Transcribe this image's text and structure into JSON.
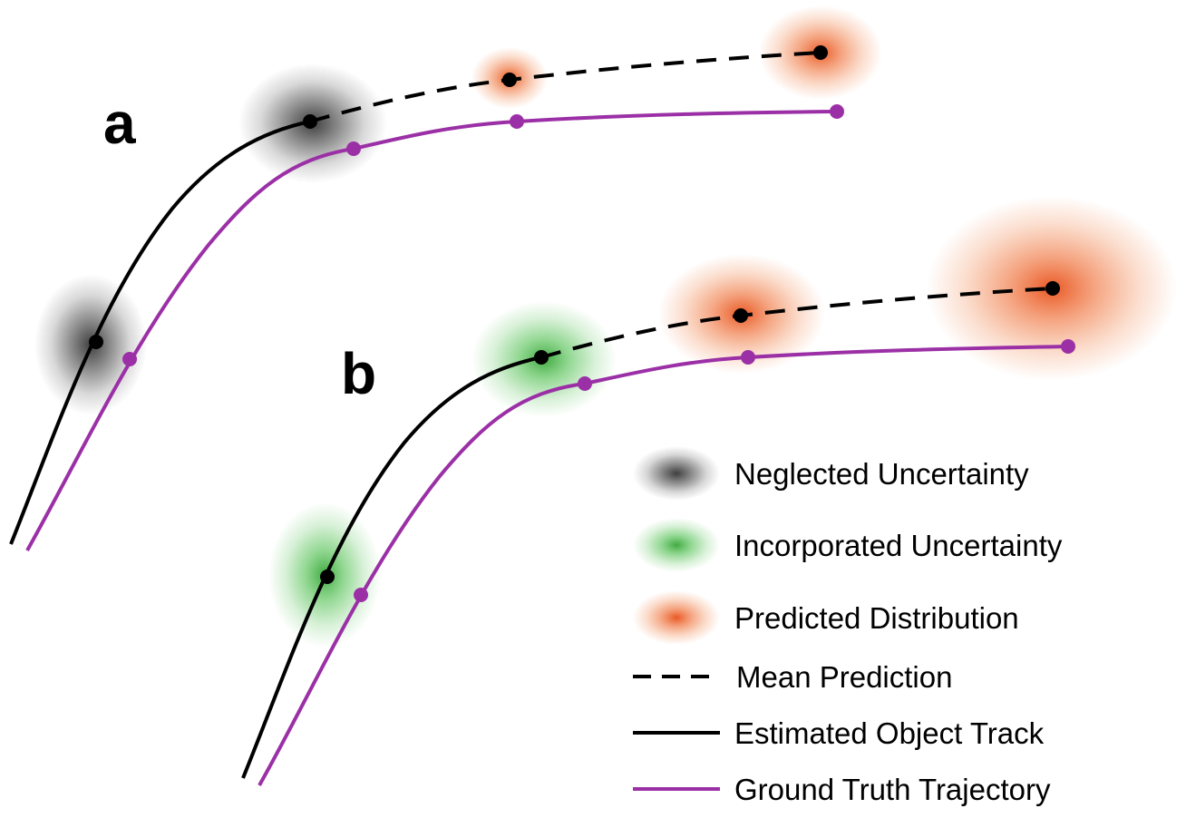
{
  "panels": {
    "a": {
      "label": "a",
      "blob_color": "#000000"
    },
    "b": {
      "label": "b",
      "blob_color": "#2ca02c"
    }
  },
  "colors": {
    "estimated_track": "#000000",
    "ground_truth": "#9b30a6",
    "neglected_uncertainty": "#000000",
    "incorporated_uncertainty": "#2ca02c",
    "predicted_distribution": "#e8501a"
  },
  "legend": {
    "neglected_uncertainty": "Neglected Uncertainty",
    "incorporated_uncertainty": "Incorporated Uncertainty",
    "predicted_distribution": "Predicted Distribution",
    "mean_prediction": "Mean Prediction",
    "estimated_object_track": "Estimated Object Track",
    "ground_truth_trajectory": "Ground Truth Trajectory"
  }
}
